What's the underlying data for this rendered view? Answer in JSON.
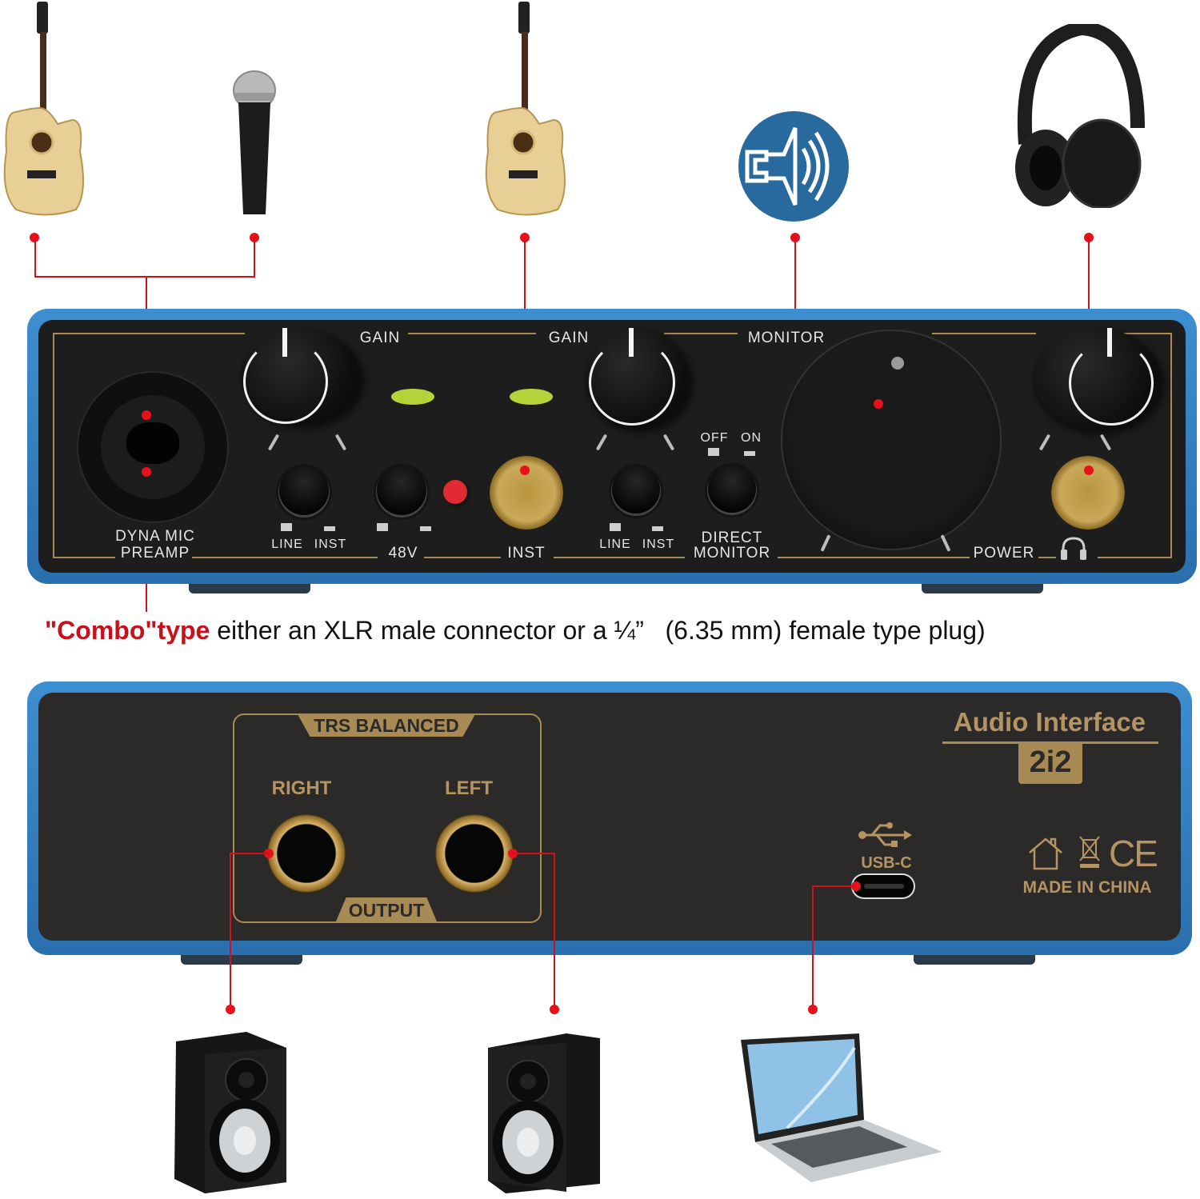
{
  "top_devices": [
    {
      "name": "Acoustic guitar",
      "icon": "guitar-icon"
    },
    {
      "name": "Dynamic microphone",
      "icon": "microphone-icon"
    },
    {
      "name": "Acoustic guitar",
      "icon": "guitar-icon"
    },
    {
      "name": "Monitor speaker",
      "icon": "speaker-volume-icon"
    },
    {
      "name": "Headphones",
      "icon": "headphones-icon"
    }
  ],
  "bottom_devices": [
    {
      "name": "Studio monitor (right)",
      "icon": "studio-monitor-icon"
    },
    {
      "name": "Studio monitor (left)",
      "icon": "studio-monitor-icon"
    },
    {
      "name": "Laptop",
      "icon": "laptop-icon"
    }
  ],
  "front_panel": {
    "combo_label_1": "DYNA MIC",
    "combo_label_2": "PREAMP",
    "gain1_label": "GAIN",
    "gain2_label": "GAIN",
    "monitor_label": "MONITOR",
    "line1": "LINE",
    "inst1": "INST",
    "phantom": "48V",
    "inst_jack": "INST",
    "line2": "LINE",
    "inst2": "INST",
    "dm_off": "OFF",
    "dm_on": "ON",
    "direct_1": "DIRECT",
    "direct_2": "MONITOR",
    "power": "POWER"
  },
  "caption": {
    "highlight": "\"Combo\"type",
    "rest": " either an XLR male connector or a ¼”   (6.35 mm) female type plug)"
  },
  "rear_panel": {
    "trs_balanced": "TRS BALANCED",
    "right": "RIGHT",
    "left": "LEFT",
    "output": "OUTPUT",
    "usb": "USB-C",
    "product_title": "Audio Interface",
    "model": "2i2",
    "made_in": "MADE IN CHINA",
    "ce": "CE"
  },
  "colors": {
    "frame_blue": "#2f7fc0",
    "panel_black": "#1d1d1d",
    "rear_panel": "#2c2a29",
    "gold": "#b39462",
    "connector_red": "#e8101a",
    "caption_red": "#c8101a",
    "led_green": "#b5d23a"
  }
}
